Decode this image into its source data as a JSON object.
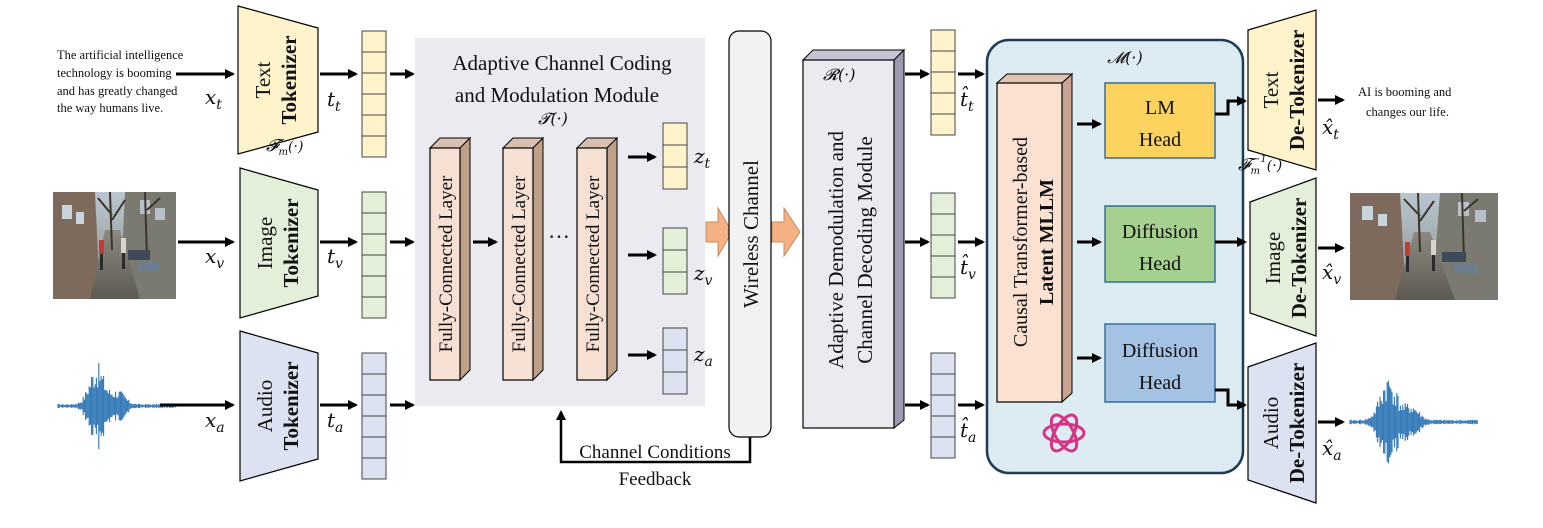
{
  "input": {
    "text_lines": [
      "The artificial intelligence",
      "technology is booming",
      "and has greatly changed",
      "the way humans live."
    ]
  },
  "symbols": {
    "x_t": "x",
    "x_t_sub": "t",
    "x_v": "x",
    "x_v_sub": "v",
    "x_a": "x",
    "x_a_sub": "a",
    "t_t": "t",
    "t_t_sub": "t",
    "t_v": "t",
    "t_v_sub": "v",
    "t_a": "t",
    "t_a_sub": "a",
    "z_t": "z",
    "z_t_sub": "t",
    "z_v": "z",
    "z_v_sub": "v",
    "z_a": "z",
    "z_a_sub": "a",
    "hat_t": "t̂",
    "hat_x": "x̂",
    "F_m": "𝓕",
    "F_m_sub": "m",
    "F_m_arg": "(·)",
    "F_m_inv_sup": "−1",
    "T_op": "𝓣(·)",
    "R_op": "𝓡(·)",
    "M_op": "𝓜(·)"
  },
  "tokenizers": {
    "text": [
      "Text",
      "Tokenizer"
    ],
    "image": [
      "Image",
      "Tokenizer"
    ],
    "audio": [
      "Audio",
      "Tokenizer"
    ]
  },
  "detokenizers": {
    "text": [
      "Text",
      "De-Tokenizer"
    ],
    "image": [
      "Image",
      "De-Tokenizer"
    ],
    "audio": [
      "Audio",
      "De-Tokenizer"
    ]
  },
  "encoder": {
    "title_lines": [
      "Adaptive Channel Coding",
      "and Modulation Module"
    ],
    "layer_label": "Fully-Connected Layer",
    "ellipsis": "···"
  },
  "channel": {
    "label": "Wireless Channel",
    "feedback_lines": [
      "Channel Conditions",
      "Feedback"
    ]
  },
  "decoder": {
    "label_lines": [
      "Adaptive Demodulation and",
      "Channel Decoding Module"
    ]
  },
  "mllm": {
    "label_lines": [
      "Causal Transformer-based",
      "Latent MLLM"
    ],
    "heads": [
      {
        "lines": [
          "LM",
          "Head"
        ],
        "color": "#FDD35F"
      },
      {
        "lines": [
          "Diffusion",
          "Head"
        ],
        "color": "#A6D08F"
      },
      {
        "lines": [
          "Diffusion",
          "Head"
        ],
        "color": "#A4C2E4"
      }
    ]
  },
  "output": {
    "text_lines": [
      "AI is booming and",
      "changes our life."
    ]
  },
  "colors": {
    "text_mod": "#FFF3CC",
    "image_mod": "#E3EFD9",
    "audio_mod": "#DCE2F1",
    "encoder_bg": "#ECEAF1",
    "mllm_bg": "#DDEBF3",
    "mllm_border": "#1F3B57",
    "fc_layer": "#F6E0D3",
    "fc_side": "#BFA088",
    "big_arrow": "#F4B183",
    "transformer": "#FBE1D2",
    "wave": "#2E75B6",
    "logo": "#D63384"
  }
}
